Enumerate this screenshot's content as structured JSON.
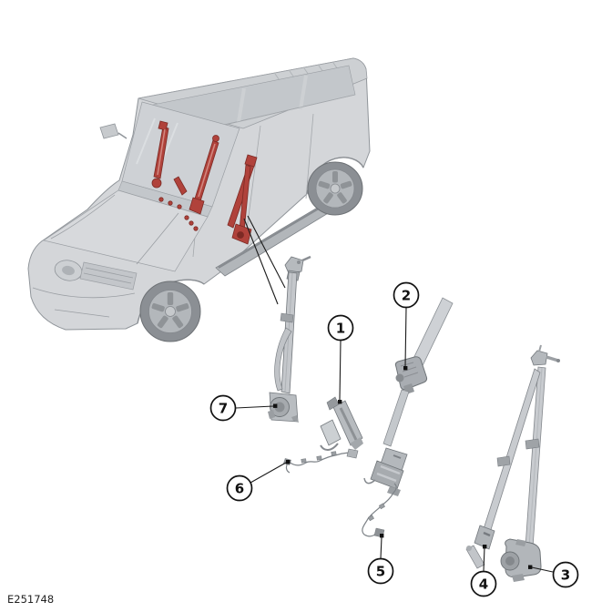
{
  "figure": {
    "reference_code": "E251748"
  },
  "callouts": [
    {
      "number": "1"
    },
    {
      "number": "2"
    },
    {
      "number": "3"
    },
    {
      "number": "4"
    },
    {
      "number": "5"
    },
    {
      "number": "6"
    },
    {
      "number": "7"
    }
  ],
  "colors": {
    "background": "#ffffff",
    "vehicle_body": "#d4d6d9",
    "vehicle_glass": "#ced1d5",
    "part_gray": "#c4c7cb",
    "highlight_red": "#b0423b",
    "callout_stroke": "#111111"
  }
}
